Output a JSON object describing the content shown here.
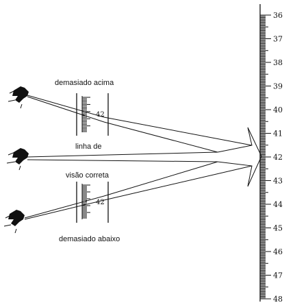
{
  "labels": {
    "above": "demasiado acima",
    "line1": "linha de",
    "line2": "visão correta",
    "below": "demasiado abaixo"
  },
  "scale": {
    "start": 36,
    "end": 48,
    "pointer_value": "42"
  },
  "gauges": {
    "top_reading": "42",
    "bottom_reading": "42"
  }
}
